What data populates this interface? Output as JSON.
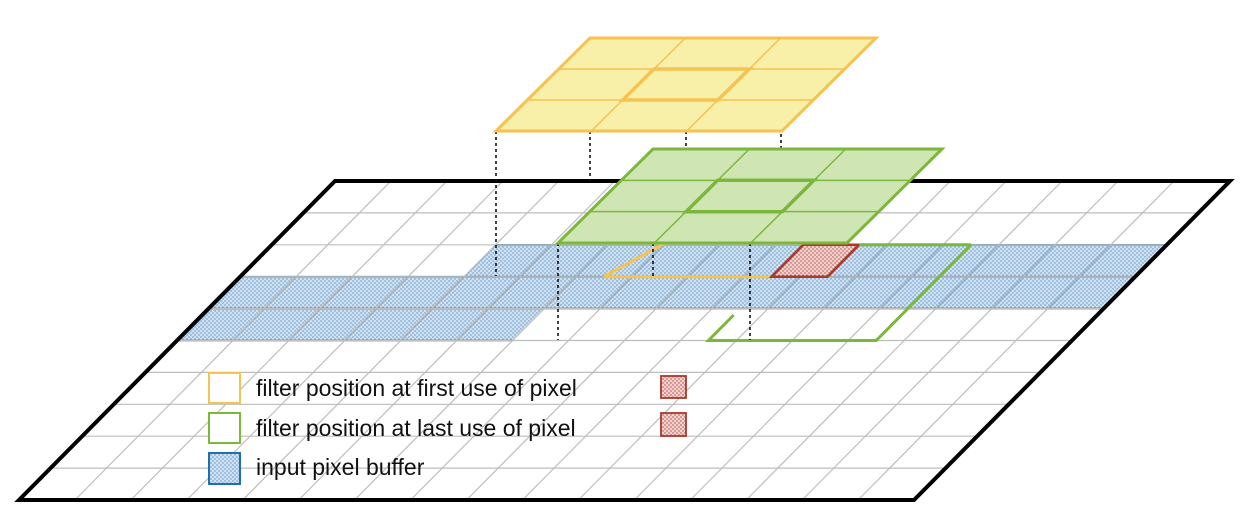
{
  "legend": {
    "items": [
      {
        "name": "first-use",
        "label": "filter position at first use of pixel",
        "color": "#F6C250"
      },
      {
        "name": "last-use",
        "label": "filter position at last use of pixel",
        "color": "#7BB83A"
      },
      {
        "name": "buffer",
        "label": "input pixel buffer",
        "color": "#1F6FB2"
      }
    ]
  },
  "colors": {
    "grid_outline": "#000000",
    "grid_lines": "#BDBDBD",
    "filter_first_stroke": "#F6C250",
    "filter_first_fill": "#F8F0A8",
    "filter_last_stroke": "#7BB83A",
    "filter_last_fill": "#CFE6B4",
    "buffer_stroke": "#1F6FB2",
    "buffer_fill": "#CFE1F0",
    "pixel_stroke": "#A83A2C",
    "pixel_fill": "#EBC7C4"
  },
  "icons": {
    "pixel_marker": "dotted-red-square-icon"
  }
}
